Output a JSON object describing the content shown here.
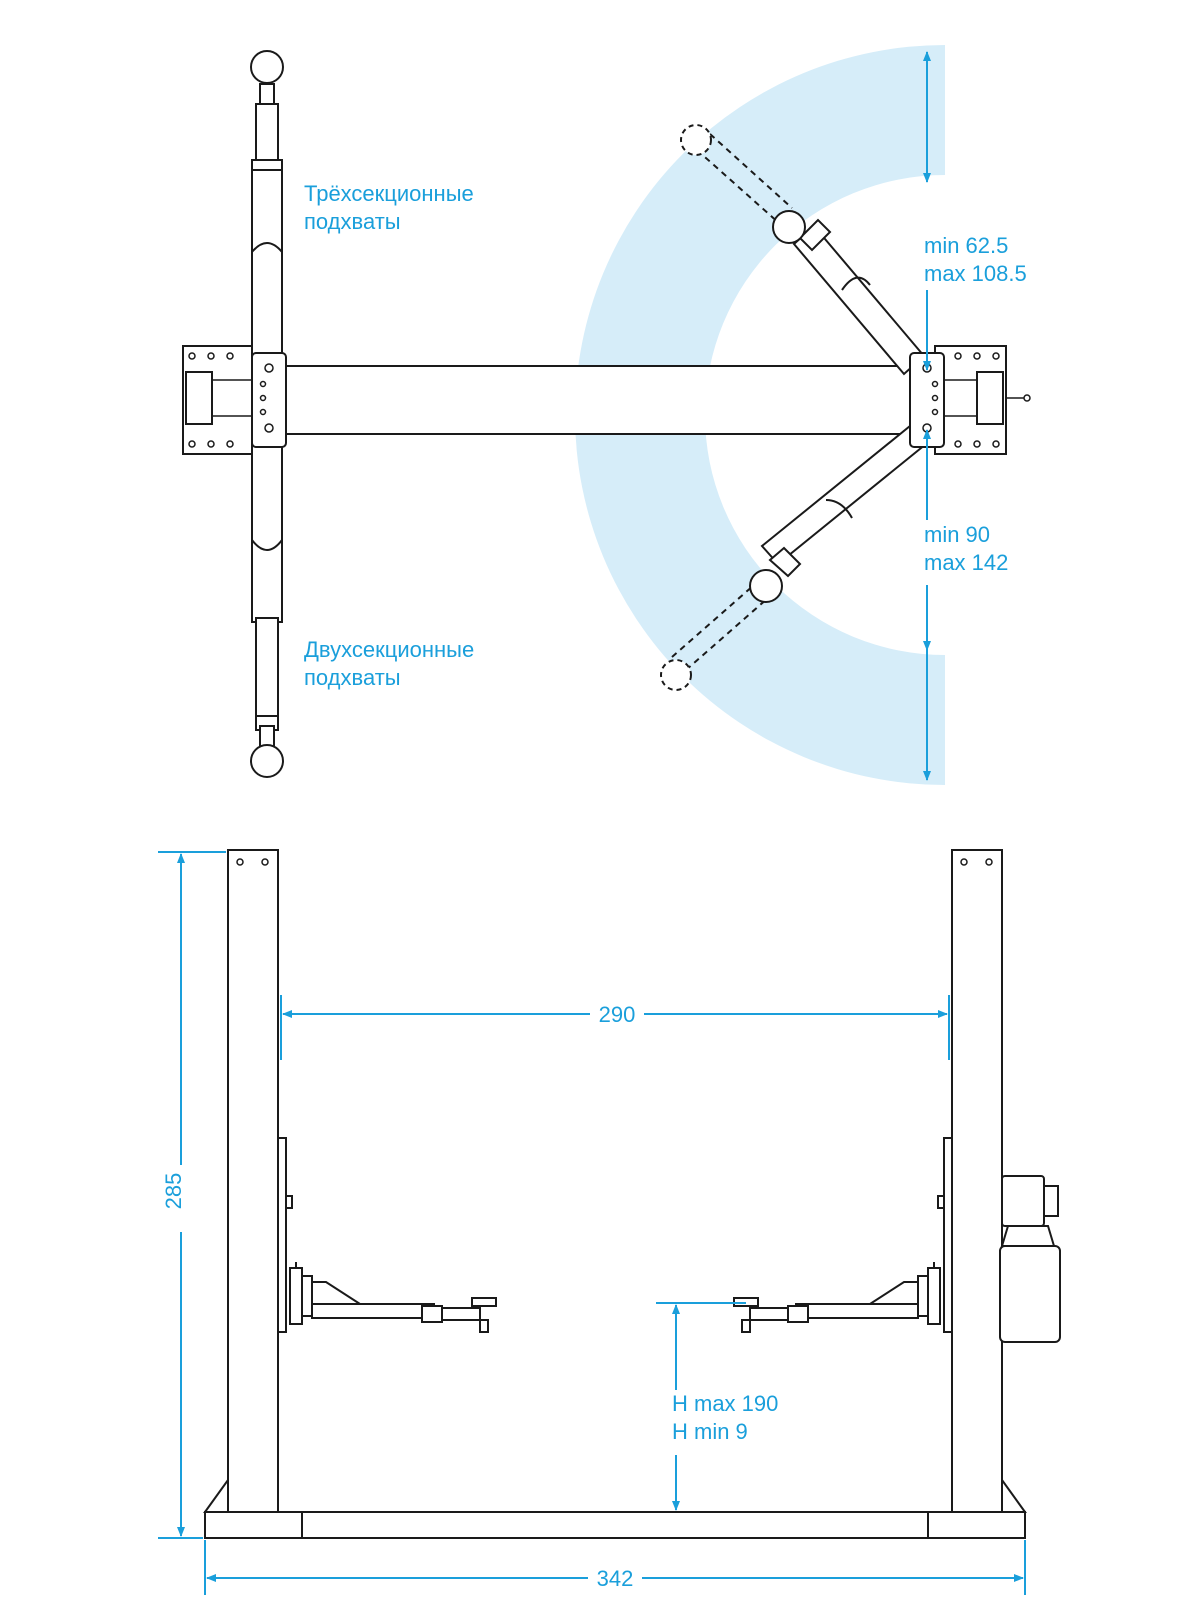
{
  "colors": {
    "line": "#1a1a1a",
    "accent": "#1a9fdb",
    "swing_area": "#d6edf9"
  },
  "top_view": {
    "label_three_section_line1": "Трёхсекционные",
    "label_three_section_line2": "подхваты",
    "label_two_section_line1": "Двухсекционные",
    "label_two_section_line2": "подхваты",
    "upper_arm_min": "min 62.5",
    "upper_arm_max": "max 108.5",
    "lower_arm_min": "min 90",
    "lower_arm_max": "max 142"
  },
  "front_view": {
    "width_between_columns": "290",
    "total_height": "285",
    "base_width": "342",
    "lift_height_max": "H max 190",
    "lift_height_min": "H min 9"
  }
}
